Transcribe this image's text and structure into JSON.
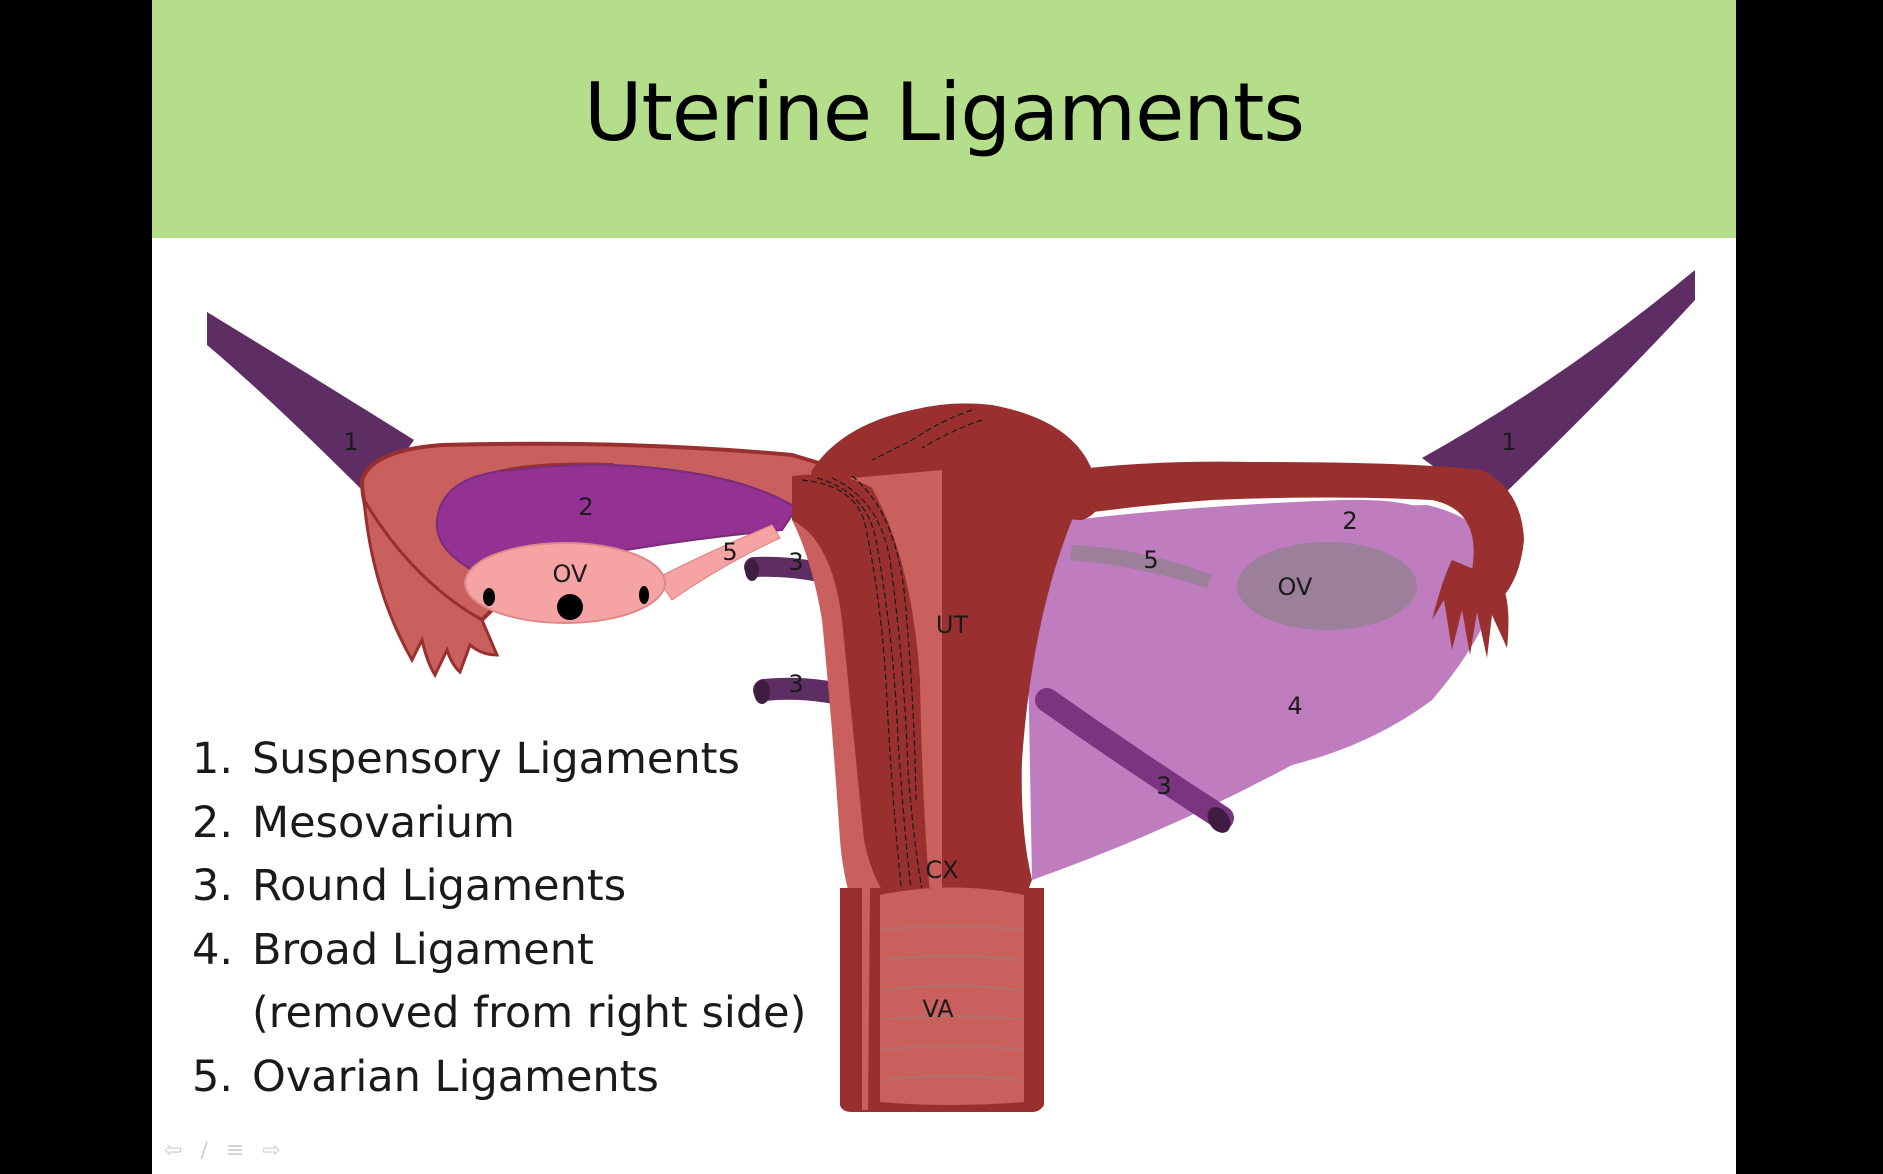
{
  "slide": {
    "title": "Uterine Ligaments"
  },
  "diagram_labels": {
    "suspensory_left": "1",
    "suspensory_right": "1",
    "mesovarium_left": "2",
    "mesovarium_right": "2",
    "ovary_left": "OV",
    "ovary_right": "OV",
    "ovarian_lig_left": "5",
    "ovarian_lig_right": "5",
    "round_upper_left": "3",
    "round_lower_left": "3",
    "round_right": "3",
    "broad": "4",
    "uterus": "UT",
    "cervix": "CX",
    "vagina": "VA"
  },
  "legend": [
    {
      "num": "1.",
      "text": "Suspensory Ligaments"
    },
    {
      "num": "2.",
      "text": "Mesovarium"
    },
    {
      "num": "3.",
      "text": "Round Ligaments"
    },
    {
      "num": "4.",
      "text": "Broad Ligament (removed from right side)"
    },
    {
      "num": "5.",
      "text": "Ovarian Ligaments"
    }
  ],
  "colors": {
    "title_bar": "#b5de8b",
    "suspensory": "#5e2d63",
    "uterus": "#99302f",
    "uterus_section": "#c9605d",
    "mesovarium": "#933293",
    "broad_ligament": "#bf7cbf",
    "ovary_left": "#f5a3a3",
    "ovary_right": "#9b7f9b"
  },
  "nav_icons": [
    "back-arrow-icon",
    "pen-icon",
    "menu-icon",
    "forward-arrow-icon"
  ]
}
